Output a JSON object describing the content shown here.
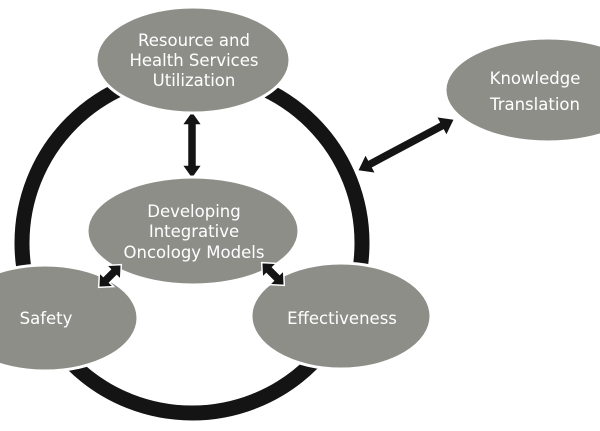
{
  "nodes": {
    "resource": {
      "line1": "Resource and",
      "line2": "Health Services",
      "line3": "Utilization"
    },
    "knowledge": {
      "line1": "Knowledge",
      "line2": "Translation"
    },
    "developing": {
      "line1": "Developing",
      "line2": "Integrative",
      "line3": "Oncology Models"
    },
    "safety": {
      "line1": "Safety"
    },
    "effectiveness": {
      "line1": "Effectiveness"
    }
  },
  "colors": {
    "node_fill": "#8e8e89",
    "ring": "#141414",
    "arrow": "#141414",
    "text": "#ffffff",
    "background": "#ffffff"
  }
}
